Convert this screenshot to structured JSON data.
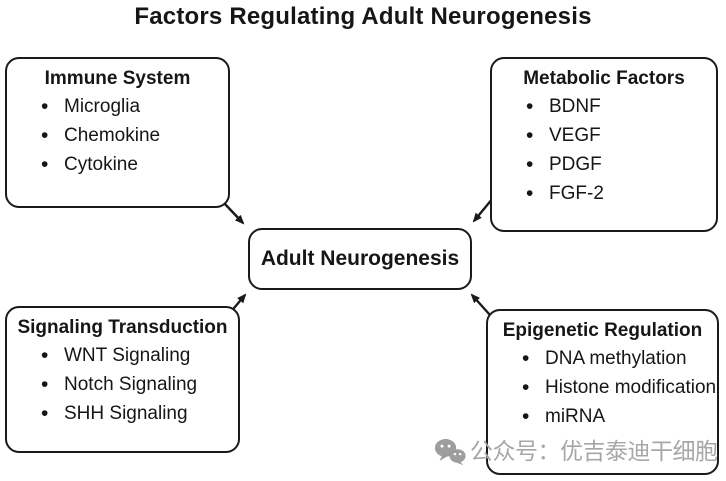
{
  "title": "Factors Regulating Adult Neurogenesis",
  "center": {
    "label": "Adult Neurogenesis"
  },
  "boxes": [
    {
      "id": "immune",
      "heading": "Immune System",
      "items": [
        "Microglia",
        "Chemokine",
        "Cytokine"
      ]
    },
    {
      "id": "metabolic",
      "heading": "Metabolic Factors",
      "items": [
        "BDNF",
        "VEGF",
        "PDGF",
        "FGF-2"
      ]
    },
    {
      "id": "signaling",
      "heading": "Signaling Transduction",
      "items": [
        "WNT Signaling",
        "Notch Signaling",
        "SHH Signaling"
      ]
    },
    {
      "id": "epigenetic",
      "heading": "Epigenetic Regulation",
      "items": [
        "DNA methylation",
        "Histone modification",
        "miRNA"
      ]
    }
  ],
  "arrows": [
    {
      "from": "immune",
      "to": "center"
    },
    {
      "from": "metabolic",
      "to": "center"
    },
    {
      "from": "signaling",
      "to": "center"
    },
    {
      "from": "epigenetic",
      "to": "center"
    }
  ],
  "watermark": {
    "icon": "wechat-icon",
    "text": "公众号：优吉泰迪干细胞",
    "color": "#a7a7a7"
  },
  "colors": {
    "background": "#ffffff",
    "line": "#1a1a1a",
    "text": "#161616"
  }
}
